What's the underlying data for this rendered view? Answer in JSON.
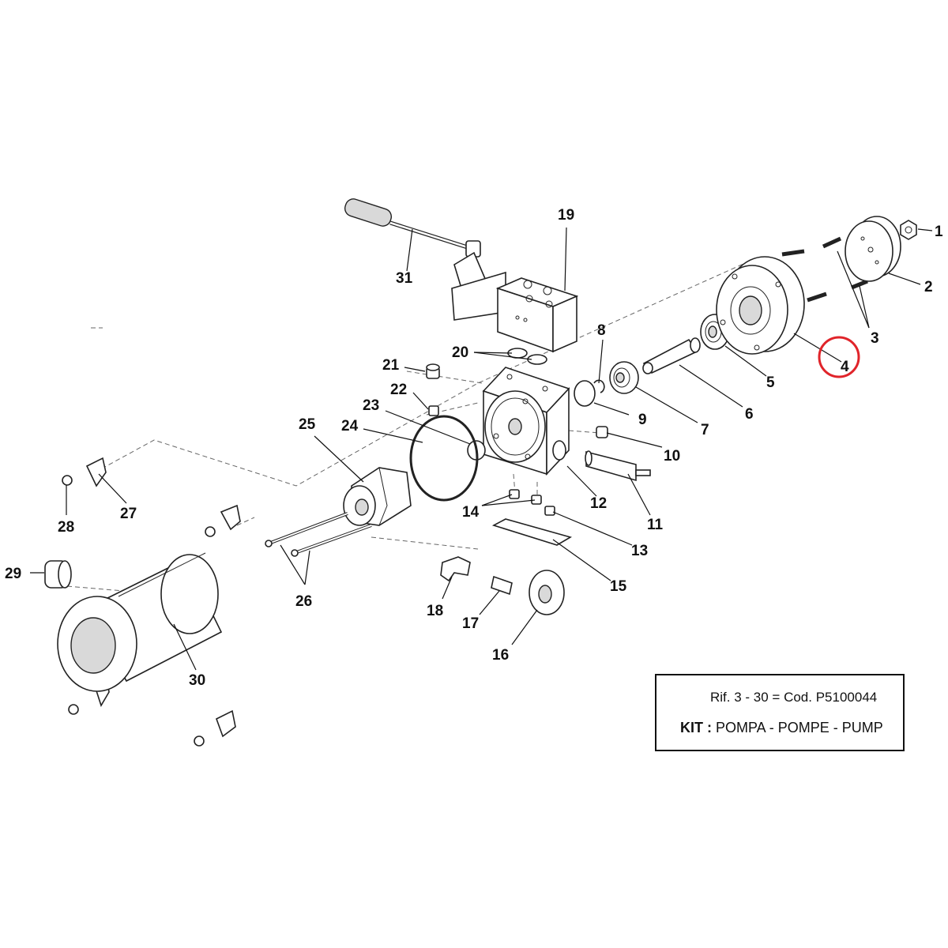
{
  "callouts": {
    "c1": "1",
    "c2": "2",
    "c3": "3",
    "c4": "4",
    "c5": "5",
    "c6": "6",
    "c7": "7",
    "c8": "8",
    "c9": "9",
    "c10": "10",
    "c11": "11",
    "c12": "12",
    "c13": "13",
    "c14": "14",
    "c15": "15",
    "c16": "16",
    "c17": "17",
    "c18": "18",
    "c19": "19",
    "c20": "20",
    "c21": "21",
    "c22": "22",
    "c23": "23",
    "c24": "24",
    "c25": "25",
    "c26": "26",
    "c27": "27",
    "c28": "28",
    "c29": "29",
    "c30": "30",
    "c31": "31"
  },
  "highlight": {
    "callout": "4",
    "color": "#e0242a"
  },
  "info_box": {
    "ref_text": "Rif. 3 - 30 = Cod.",
    "code": "P5100044",
    "kit_label": "KIT :",
    "kit_text": "POMPA - POMPE - PUMP"
  }
}
